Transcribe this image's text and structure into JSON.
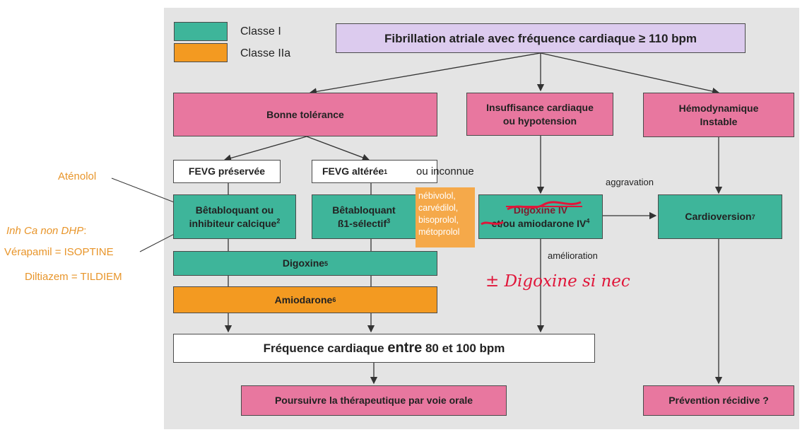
{
  "legend": {
    "class1": "Classe I",
    "class2a": "Classe IIa"
  },
  "colors": {
    "class1": "#3eb59a",
    "class2a": "#f39a21",
    "pink": "#e8779f",
    "start": "#dccbee"
  },
  "nodes": {
    "start": "Fibrillation atriale avec fréquence cardiaque ≥ 110 bpm",
    "bonne": "Bonne tolérance",
    "insuff_l1": "Insuffisance cardiaque",
    "insuff_l2": "ou hypotension",
    "hemo_l1": "Hémodynamique",
    "hemo_l2": "Instable",
    "fevg_pres": "FEVG préservée",
    "fevg_alt": "FEVG altérée",
    "fevg_alt_sup": "1",
    "fevg_alt_extra": "ou inconnue",
    "beta_l1": "Bêtabloquant ou",
    "beta_l2": "inhibiteur calcique",
    "beta_sup": "2",
    "beta1_l1": "Bêtabloquant",
    "beta1_l2": "ß1-sélectif",
    "beta1_sup": "3",
    "amio_iv_l1": "Digoxine IV",
    "amio_iv_l2": "et/ou amiodarone IV",
    "amio_iv_sup": "4",
    "cardioversion": "Cardioversion",
    "cardioversion_sup": "7",
    "digoxine": "Digoxine",
    "digoxine_sup": "5",
    "amiodarone": "Amiodarone",
    "amiodarone_sup": "6",
    "freq_a": "Fréquence cardiaque ",
    "freq_b": "entre",
    "freq_c": " 80 et 100 bpm",
    "poursuivre": "Poursuivre la thérapeutique par voie orale",
    "prevention": "Prévention récidive ?"
  },
  "edge_labels": {
    "aggravation": "aggravation",
    "amelioration": "amélioration"
  },
  "annotations": {
    "atenolol": "Aténolol",
    "inh_ca": "Inh Ca non DHP",
    "inh_ca_colon": ":",
    "verapamil": "Vérapamil = ISOPTINE",
    "diltiazem": "Diltiazem = TILDIEM",
    "beta1_drugs": [
      "nébivolol,",
      "carvédilol,",
      "bisoprolol,",
      "métoprolol"
    ],
    "handwritten": "± Digoxine si nec"
  }
}
